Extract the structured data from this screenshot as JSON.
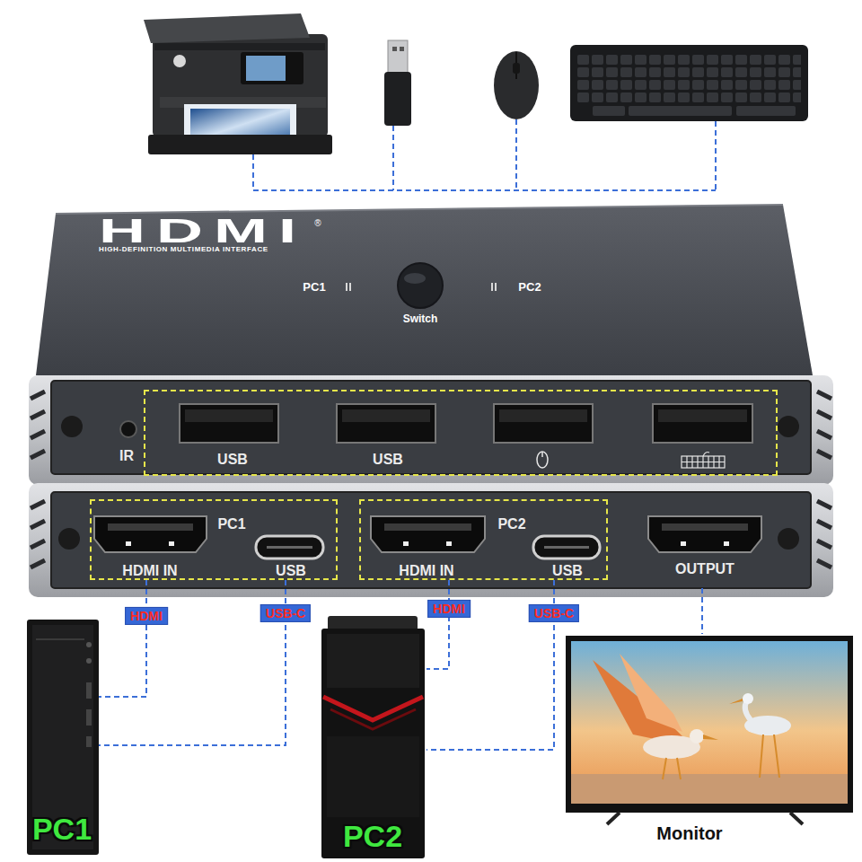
{
  "diagram": {
    "nodes": [
      {
        "text": [
          "HDMI",
          "®",
          "HIGH-DEFINITION MULTIMEDIA INTERFACE",
          "PC1",
          "Switch",
          "PC2"
        ]
      },
      {
        "text": [
          "IR"
        ]
      },
      {
        "text": [
          "USB",
          "USB"
        ],
        "in": 1
      },
      {
        "text": [
          "OUTPUT"
        ]
      },
      {
        "text": [
          "PC1",
          "HDMI IN",
          "USB"
        ],
        "in": 3
      },
      {
        "text": [
          "PC2",
          "HDMI IN",
          "USB"
        ],
        "in": 3
      },
      {
        "text": [
          "PC1"
        ]
      },
      {
        "text": [
          "PC2"
        ]
      },
      {
        "text": [
          "Monitor"
        ]
      }
    ],
    "edges": [
      {
        "from": 4,
        "to": 6,
        "label": "HDMI",
        "arrow": "none"
      },
      {
        "from": 4,
        "to": 6,
        "label": "USB-C",
        "arrow": "none"
      },
      {
        "from": 5,
        "to": 7,
        "label": "HDMI",
        "arrow": "none"
      },
      {
        "from": 5,
        "to": 7,
        "label": "USB-C",
        "arrow": "none"
      },
      {
        "from": 3,
        "to": 8,
        "arrow": "none"
      }
    ]
  }
}
